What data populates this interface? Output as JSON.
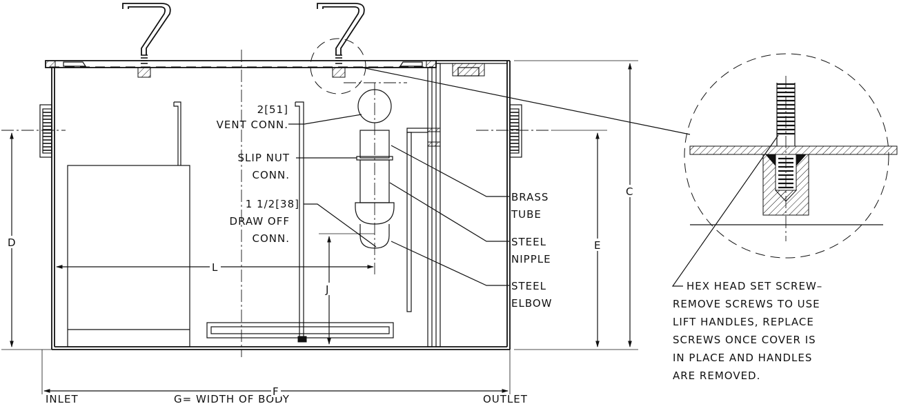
{
  "labels": {
    "vent_conn": [
      "2[51]",
      "VENT CONN."
    ],
    "slip_nut": [
      "SLIP NUT",
      "CONN."
    ],
    "draw_off": [
      "1 1/2[38]",
      "DRAW OFF",
      "CONN."
    ],
    "brass_tube": [
      "BRASS",
      "TUBE"
    ],
    "steel_nipple": [
      "STEEL",
      "NIPPLE"
    ],
    "steel_elbow": [
      "STEEL",
      "ELBOW"
    ],
    "hex_note": [
      "HEX HEAD SET SCREW–",
      "REMOVE SCREWS TO USE",
      "LIFT HANDLES, REPLACE",
      "SCREWS ONCE COVER IS",
      "IN PLACE AND HANDLES",
      "ARE REMOVED."
    ],
    "inlet": "INLET",
    "outlet": "OUTLET",
    "g_note": "G= WIDTH OF BODY"
  },
  "dimensions": {
    "c": "C",
    "d": "D",
    "e": "E",
    "f": "F",
    "j": "J",
    "l": "L"
  }
}
